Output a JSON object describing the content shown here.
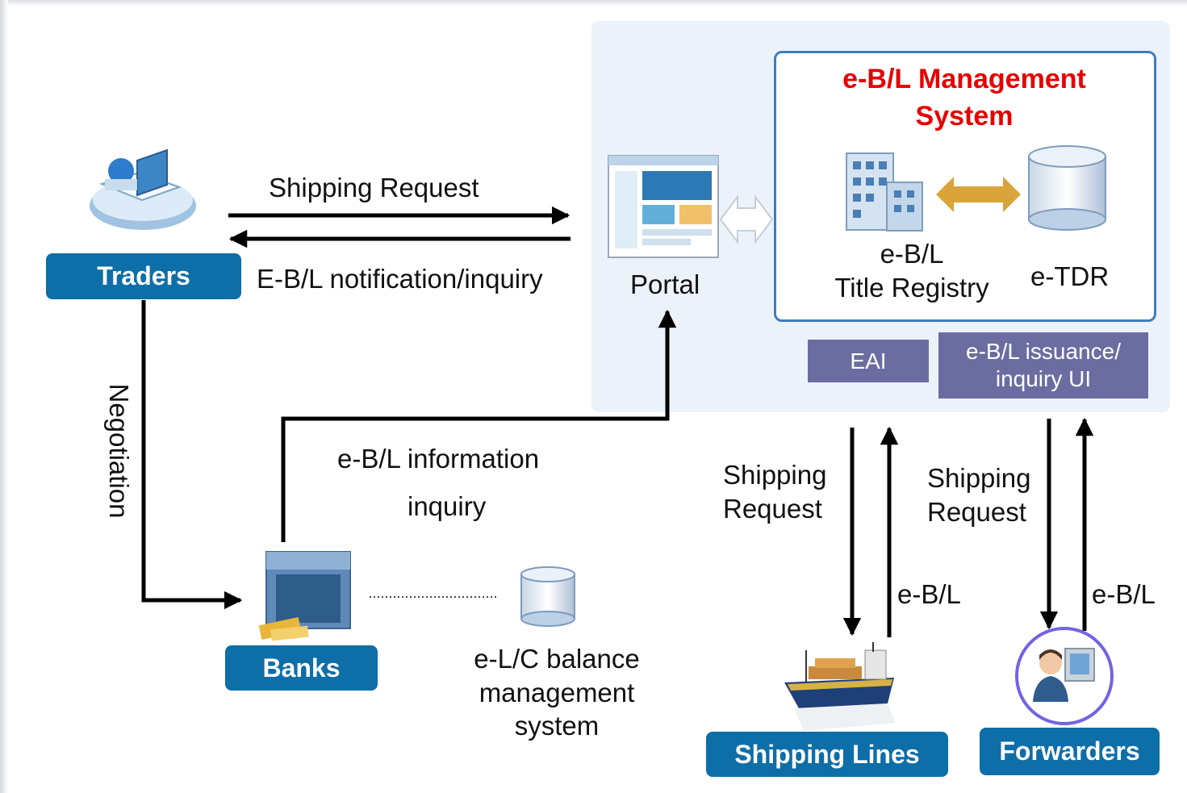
{
  "system": {
    "title_line1": "e-B/L Management",
    "title_line2": "System",
    "registry_line1": "e-B/L",
    "registry_line2": "Title Registry",
    "tdr": "e-TDR",
    "eai": "EAI",
    "issuance_ui_line1": "e-B/L issuance/",
    "issuance_ui_line2": "inquiry UI"
  },
  "portal": {
    "label": "Portal"
  },
  "actors": {
    "traders": "Traders",
    "banks": "Banks",
    "shipping_lines": "Shipping Lines",
    "forwarders": "Forwarders"
  },
  "flows": {
    "shipping_request": "Shipping Request",
    "notification": "E-B/L notification/inquiry",
    "negotiation": "Negotiation",
    "info_line1": "e-B/L information",
    "info_line2": "inquiry",
    "sl_request_line1": "Shipping",
    "sl_request_line2": "Request",
    "sl_ebl": "e-B/L",
    "fw_request_line1": "Shipping",
    "fw_request_line2": "Request",
    "fw_ebl": "e-B/L"
  },
  "lc_system": {
    "line1": "e-L/C balance",
    "line2": "management",
    "line3": "system"
  },
  "colors": {
    "badge_blue": "#0d6ea8",
    "title_red": "#e60000",
    "panel_bg": "#ecf2f9",
    "box_border": "#3f7cc0",
    "ui_purple": "#6b6da1",
    "exchange_arrow": "#d9a43a"
  }
}
